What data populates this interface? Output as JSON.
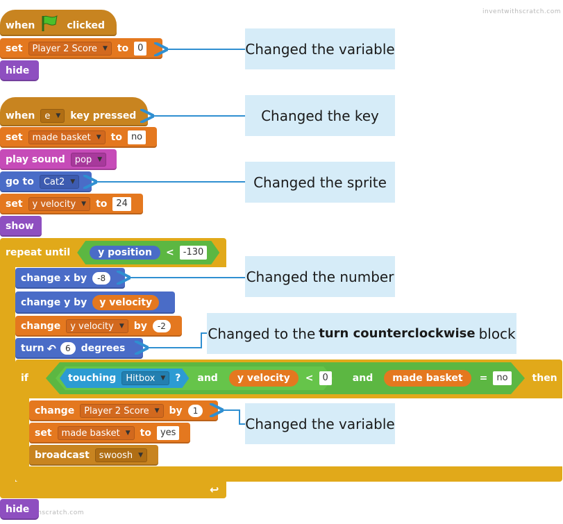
{
  "watermark": "inventwithscratch.com",
  "script1": {
    "hat_when": "when",
    "hat_clicked": "clicked",
    "set_kw": "set",
    "set_var": "Player 2 Score",
    "set_to": "to",
    "set_val": "0",
    "hide": "hide"
  },
  "script2": {
    "when": "when",
    "key": "e",
    "key_pressed": "key pressed",
    "set1_kw": "set",
    "set1_var": "made basket",
    "set1_to": "to",
    "set1_val": "no",
    "play_sound": "play sound",
    "sound": "pop",
    "goto_kw": "go to",
    "goto_target": "Cat2",
    "set2_kw": "set",
    "set2_var": "y velocity",
    "set2_to": "to",
    "set2_val": "24",
    "show": "show",
    "repeat_until": "repeat until",
    "y_position": "y position",
    "lt": "<",
    "repeat_val": "-130",
    "change_x_kw": "change x by",
    "change_x_val": "-8",
    "change_y_kw": "change y by",
    "change_y_reporter": "y velocity",
    "change_kw": "change",
    "change_var": "y velocity",
    "change_by": "by",
    "change_val": "-2",
    "turn_kw": "turn",
    "turn_val": "6",
    "degrees": "degrees",
    "if_kw": "if",
    "touching": "touching",
    "touching_target": "Hitbox",
    "q": "?",
    "and1": "and",
    "yvel_reporter": "y velocity",
    "lt2": "<",
    "cmp_val": "0",
    "and2": "and",
    "made_basket_reporter": "made basket",
    "eq": "=",
    "eq_val": "no",
    "then": "then",
    "inner_change_kw": "change",
    "inner_change_var": "Player 2 Score",
    "inner_change_by": "by",
    "inner_change_val": "1",
    "inner_set_kw": "set",
    "inner_set_var": "made basket",
    "inner_set_to": "to",
    "inner_set_val": "yes",
    "broadcast_kw": "broadcast",
    "broadcast_msg": "swoosh",
    "loop_arrow": "↩",
    "hide": "hide"
  },
  "callouts": [
    "Changed the variable",
    "Changed the key",
    "Changed the sprite",
    "Changed the number",
    "Changed to the",
    "turn counterclockwise",
    "block",
    "Changed the variable"
  ],
  "colors": {
    "events": "#c88420",
    "variables": "#e4781f",
    "looks": "#8e4fc0",
    "sound": "#c64bb8",
    "motion": "#4a6cc7",
    "sensing": "#2c9bd3",
    "control": "#e1a91a",
    "operators": "#5cb742",
    "callout_bg": "#d6ecf8",
    "arrow": "#2f8fd1"
  }
}
